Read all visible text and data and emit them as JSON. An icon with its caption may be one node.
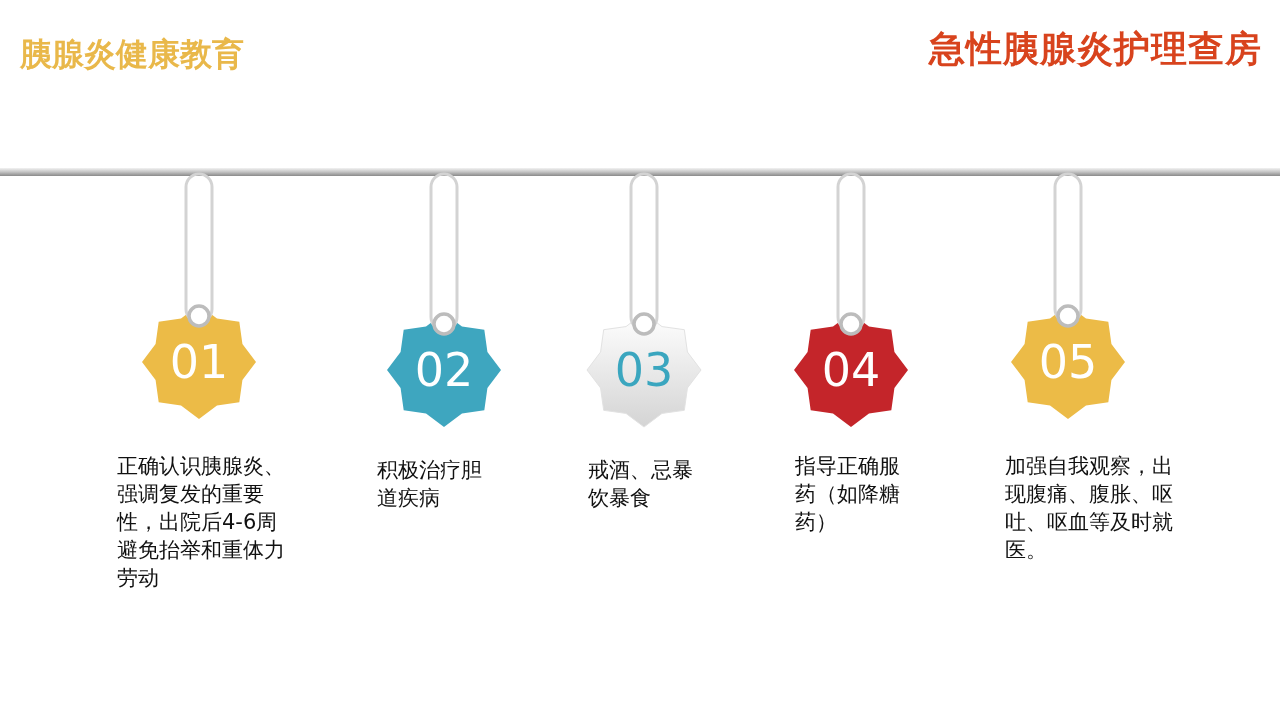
{
  "diagram": {
    "title": "胰腺炎健康教育",
    "nodes": [
      {
        "text": [
          "01"
        ],
        "beside": [
          "正确认识胰腺炎、强调复发的重要性，出院后4-6周避免抬举和重体力劳动"
        ]
      },
      {
        "text": [
          "02"
        ],
        "beside": [
          "积极治疗胆道疾病"
        ]
      },
      {
        "text": [
          "03"
        ],
        "beside": [
          "戒酒、忌暴饮暴食"
        ]
      },
      {
        "text": [
          "04"
        ],
        "beside": [
          "指导正确服药（如降糖药）"
        ]
      },
      {
        "text": [
          "05"
        ],
        "beside": [
          "加强自我观察，出现腹痛、腹胀、呕吐、呕血等及时就医。"
        ]
      }
    ],
    "labels": [
      "急性胰腺炎护理查房"
    ]
  }
}
